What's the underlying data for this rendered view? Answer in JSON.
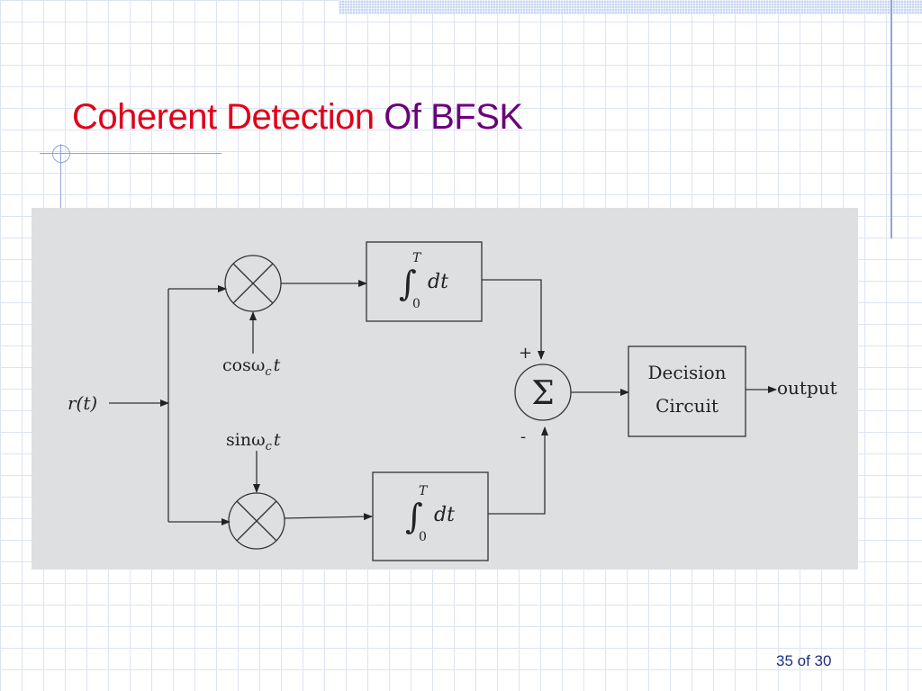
{
  "slide": {
    "title_main": "Coherent Detection",
    "title_suffix": "Of BFSK",
    "page_number": "35 of 30"
  },
  "diagram": {
    "input_label": "r(t)",
    "mixer_top_carrier": "cosω",
    "mixer_bottom_carrier": "sinω",
    "carrier_subscript": "c",
    "carrier_time": "t",
    "integrator_upper_limit": "T",
    "integrator_lower_limit": "0",
    "integrator_variable": "dt",
    "plus_sign": "+",
    "minus_sign": "-",
    "summer_symbol": "Σ",
    "decision_line1": "Decision",
    "decision_line2": "Circuit",
    "output_label": "output"
  },
  "colors": {
    "title_main": "#e0001a",
    "title_suffix": "#6a007a",
    "page_number": "#1f2f80",
    "diagram_background": "#dedfe0"
  }
}
